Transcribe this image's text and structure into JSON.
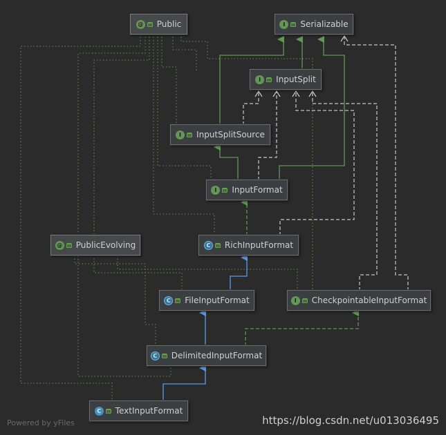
{
  "nodes": {
    "public": {
      "label": "Public",
      "kind": "annotation",
      "badge": "@"
    },
    "serializable": {
      "label": "Serializable",
      "kind": "interface",
      "badge": "I"
    },
    "input_split": {
      "label": "InputSplit",
      "kind": "interface",
      "badge": "I"
    },
    "input_split_source": {
      "label": "InputSplitSource",
      "kind": "interface",
      "badge": "I"
    },
    "input_format": {
      "label": "InputFormat",
      "kind": "interface",
      "badge": "I"
    },
    "public_evolving": {
      "label": "PublicEvolving",
      "kind": "annotation",
      "badge": "@"
    },
    "rich_input_format": {
      "label": "RichInputFormat",
      "kind": "abstract-class",
      "badge": "C"
    },
    "file_input_format": {
      "label": "FileInputFormat",
      "kind": "abstract-class",
      "badge": "C"
    },
    "checkpointable_input_format": {
      "label": "CheckpointableInputFormat",
      "kind": "interface",
      "badge": "I"
    },
    "delimited_input_format": {
      "label": "DelimitedInputFormat",
      "kind": "abstract-class",
      "badge": "C"
    },
    "text_input_format": {
      "label": "TextInputFormat",
      "kind": "class",
      "badge": "C"
    }
  },
  "colors": {
    "background": "#2b2b2b",
    "extends": "#5c9ae8",
    "implements_interface": "#629755",
    "uses_dashed": "#c8c8c8",
    "annotation_dotted": "#5f7a3e"
  },
  "footer": {
    "credit": "Powered by yFiles",
    "watermark": "https://blog.csdn.net/u013036495"
  }
}
